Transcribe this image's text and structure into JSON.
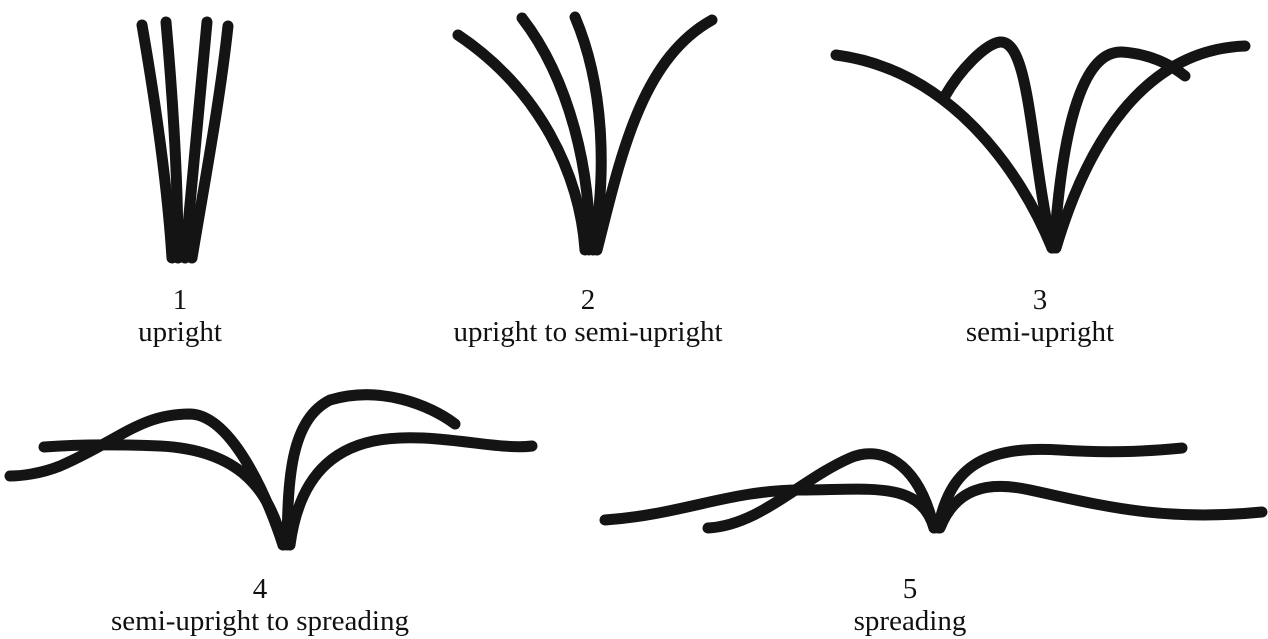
{
  "figure": {
    "panels": [
      {
        "number": "1",
        "label": "upright"
      },
      {
        "number": "2",
        "label": "upright to semi-upright"
      },
      {
        "number": "3",
        "label": "semi-upright"
      },
      {
        "number": "4",
        "label": "semi-upright to spreading"
      },
      {
        "number": "5",
        "label": "spreading"
      }
    ]
  }
}
